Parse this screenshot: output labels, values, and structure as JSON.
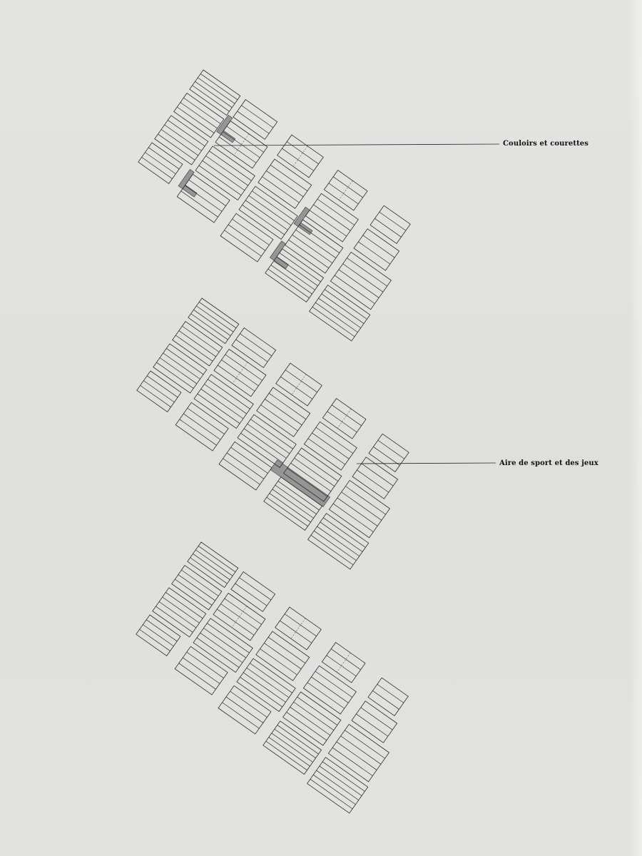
{
  "figure": {
    "callouts": {
      "corridors": "Couloirs et courettes",
      "sport": "Aire de sport et des jeux"
    },
    "levels": [
      {
        "highlight": [
          "corridors-and-courtyards"
        ]
      },
      {
        "highlight": [
          "sports-and-play-area"
        ]
      },
      {
        "highlight": []
      }
    ],
    "colors": {
      "paper": "#e3e3e0",
      "line": "#2a2a2a",
      "hatch": "#8c8d8e",
      "dashed": "#555555"
    }
  }
}
